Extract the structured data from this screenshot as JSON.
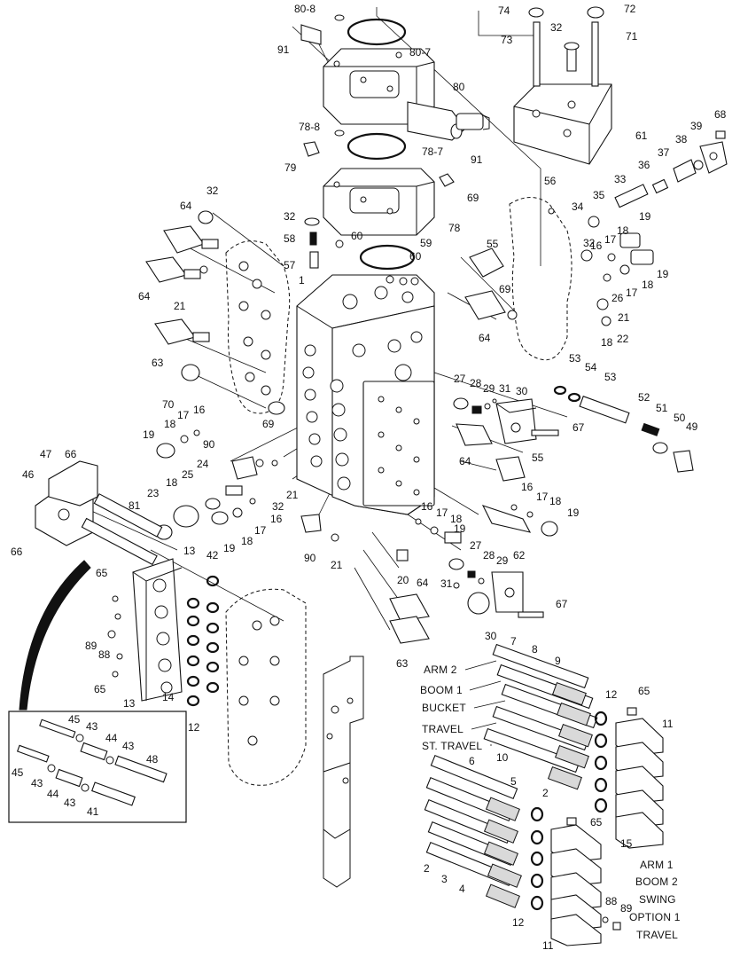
{
  "diagram": {
    "group_labels_upper": [
      "ARM 2",
      "BOOM 1",
      "BUCKET",
      "TRAVEL",
      "ST. TRAVEL"
    ],
    "group_labels_lower": [
      "ARM 1",
      "BOOM 2",
      "SWING",
      "OPTION 1",
      "TRAVEL"
    ],
    "part_numbers": {
      "top_cover": [
        "80-8",
        "91",
        "80-7",
        "80",
        "91",
        "78-8",
        "79",
        "78-7",
        "69",
        "78"
      ],
      "top_right_block": [
        "74",
        "72",
        "32",
        "73",
        "71",
        "61",
        "68",
        "39",
        "38",
        "37",
        "36",
        "33",
        "56",
        "35",
        "34"
      ],
      "left_plugs": [
        "32",
        "64",
        "64",
        "21",
        "63",
        "70",
        "69",
        "16",
        "17",
        "18",
        "19"
      ],
      "center": [
        "32",
        "58",
        "57",
        "60",
        "59",
        "60",
        "1",
        "55",
        "32",
        "16",
        "19",
        "17",
        "18",
        "19",
        "26",
        "17",
        "18",
        "21",
        "18",
        "22",
        "69",
        "64"
      ],
      "center_right": [
        "53",
        "54",
        "53",
        "52",
        "51",
        "50",
        "49",
        "27",
        "28",
        "29",
        "31",
        "30",
        "67",
        "64",
        "55",
        "16",
        "17",
        "18",
        "19"
      ],
      "center_left": [
        "90",
        "24",
        "25",
        "18",
        "23",
        "81",
        "19",
        "18",
        "17",
        "16",
        "32",
        "21",
        "90",
        "21"
      ],
      "center_lower": [
        "16",
        "17",
        "18",
        "19",
        "27",
        "28",
        "29",
        "62",
        "20",
        "64",
        "31",
        "30",
        "67",
        "63"
      ],
      "left_block": [
        "47",
        "66",
        "46",
        "66",
        "13",
        "42",
        "65",
        "89",
        "88",
        "65",
        "13",
        "14",
        "12"
      ],
      "inset": [
        "45",
        "43",
        "44",
        "43",
        "48",
        "45",
        "43",
        "44",
        "43",
        "41"
      ],
      "spools_upper": [
        "7",
        "8",
        "9",
        "12",
        "65",
        "11",
        "6",
        "10",
        "2",
        "5",
        "15"
      ],
      "spools_lower": [
        "65",
        "2",
        "3",
        "4",
        "12",
        "88",
        "89",
        "11"
      ]
    }
  }
}
